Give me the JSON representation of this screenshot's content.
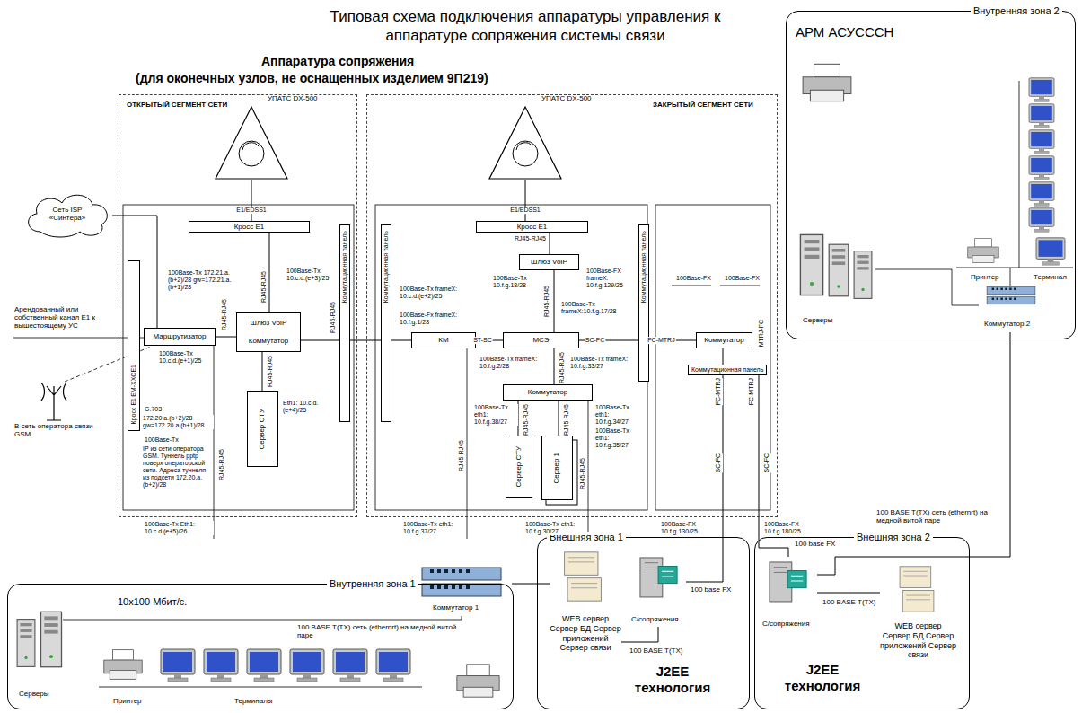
{
  "diagram": {
    "title": "Типовая схема подключения аппаратуры управления к аппаратуре сопряжения системы связи",
    "nodes": [
      {
        "text": [
          "ОТКРЫТЫЙ СЕГМЕНТ СЕТИ"
        ]
      },
      {
        "text": [
          "ЗАКРЫТЫЙ СЕГМЕНТ СЕТИ"
        ]
      },
      {
        "text": [
          "УПАТС DX-500"
        ],
        "in": 0
      },
      {
        "text": [
          "Кросс E1"
        ],
        "in": 0
      },
      {
        "text": [
          "EM-XXCE1",
          "Кросс E1"
        ],
        "in": 0
      },
      {
        "text": [
          "Маршрутизатор"
        ],
        "in": 0
      },
      {
        "text": [
          "Шлюз VoIP",
          "Коммутатор"
        ],
        "in": 0
      },
      {
        "text": [
          "Сервер СТУ"
        ],
        "in": 0
      },
      {
        "text": [
          "Коммутационная панель"
        ],
        "in": 0
      },
      {
        "text": [
          "УПАТС DX-500"
        ],
        "in": 1
      },
      {
        "text": [
          "Кросс E1"
        ],
        "in": 1
      },
      {
        "text": [
          "Шлюз VoIP"
        ],
        "in": 1
      },
      {
        "text": [
          "Коммутационная панель"
        ],
        "in": 1
      },
      {
        "text": [
          "КМ"
        ],
        "in": 1
      },
      {
        "text": [
          "МСЭ"
        ],
        "in": 1
      },
      {
        "text": [
          "Коммутатор"
        ],
        "in": 1
      },
      {
        "text": [
          "Сервер СТУ"
        ],
        "in": 1
      },
      {
        "text": [
          "Сервер 1"
        ],
        "in": 1
      },
      {
        "text": [
          "Коммутационная панель"
        ],
        "in": 1
      },
      {
        "text": [
          "Коммутатор"
        ],
        "in": 1
      },
      {
        "text": [
          "Коммутационная панель"
        ],
        "in": 1
      },
      {
        "text": [
          "Сеть ISP «Синтера»"
        ]
      },
      {
        "text": [
          "Внутренняя зона 2",
          "АРМ АСУСССН"
        ]
      },
      {
        "text": [
          "Коммутатор 2"
        ],
        "in": 22
      },
      {
        "text": [
          "Внутренняя зона 1"
        ]
      },
      {
        "text": [
          "Коммутатор 1"
        ],
        "in": 24
      },
      {
        "text": [
          "Внешняя зона 1",
          "J2EE технология"
        ]
      },
      {
        "text": [
          "WEB сервер Сервер БД Сервер приложений Сервер связи"
        ],
        "in": 26
      },
      {
        "text": [
          "С/сопряжения"
        ],
        "in": 26
      },
      {
        "text": [
          "Внешняя зона 2",
          "J2EE технология"
        ]
      },
      {
        "text": [
          "С/сопряжения"
        ],
        "in": 29
      },
      {
        "text": [
          "WEB сервер Сервер БД Сервер приложений Сервер связи"
        ],
        "in": 29
      }
    ],
    "edges": [
      {
        "from": 2,
        "to": 3,
        "label": "E1/EDSS1",
        "arrow": "none"
      },
      {
        "from": 3,
        "to": 6,
        "arrow": "none"
      },
      {
        "from": 21,
        "to": 5,
        "arrow": "none"
      },
      {
        "from": 5,
        "to": 6,
        "arrow": "none"
      },
      {
        "from": 6,
        "to": 7,
        "arrow": "none"
      },
      {
        "from": 6,
        "to": 8,
        "arrow": "none"
      },
      {
        "from": 8,
        "to": 12,
        "arrow": "none"
      },
      {
        "from": 12,
        "to": 13,
        "arrow": "none"
      },
      {
        "from": 13,
        "to": 14,
        "label": "ST-SC",
        "arrow": "none"
      },
      {
        "from": 9,
        "to": 10,
        "label": "E1/EDSS1",
        "arrow": "none"
      },
      {
        "from": 10,
        "to": 11,
        "arrow": "none"
      },
      {
        "from": 11,
        "to": 14,
        "arrow": "none"
      },
      {
        "from": 14,
        "to": 15,
        "arrow": "none"
      },
      {
        "from": 15,
        "to": 16,
        "arrow": "none"
      },
      {
        "from": 15,
        "to": 17,
        "arrow": "none"
      },
      {
        "from": 14,
        "to": 18,
        "label": "SC-FC",
        "arrow": "none"
      },
      {
        "from": 18,
        "to": 19,
        "label": "FC-MTRJ",
        "arrow": "none"
      },
      {
        "from": 19,
        "to": 20,
        "arrow": "none"
      },
      {
        "from": 25,
        "to": 27,
        "arrow": "none"
      },
      {
        "from": 27,
        "to": 28,
        "arrow": "none"
      },
      {
        "from": 20,
        "to": 28,
        "arrow": "none"
      },
      {
        "from": 20,
        "to": 30,
        "arrow": "none"
      },
      {
        "from": 23,
        "to": 30,
        "arrow": "none"
      },
      {
        "from": 31,
        "to": 30,
        "arrow": "none"
      }
    ],
    "labels": [
      "Аппаратура сопряжения",
      "(для оконечных узлов, не оснащенных изделием 9П219)",
      "Арендованный или собственный канал E1 к вышестоящему УС",
      "В сеть оператора связи GSM",
      "100Base-Tx 172.21.a.(b+2)/28 gw=172.21.a.(b+1)/28",
      "100Base-Tx 10.c.d.(e+3)/25",
      "RJ45-RJ45",
      "RJ45-RJ45",
      "100Base-Tx 10.c.d.(e+1)/25",
      "RJ45-RJ45",
      "Eth1: 10.c.d.(e+4)/25",
      "RJ45-RJ45",
      "G.703",
      "172.20.a.(b+2)/28 gw=172.20.a.(b+1)/28",
      "100Base-Tx",
      "IP из сети оператора GSM. Туннель pptp поверх операторской сети. Адреса туннеля из подсети 172.20.a.(b+2)/28",
      "RJ45-RJ45",
      "100Base-Tx Eth1: 10.c.d.(e+5)/26",
      "RJ45-RJ45",
      "100Base-Tx frameX: 10.c.d.(e+2)/25",
      "100Base-Fx frameX: 10.f.g.1/28",
      "100Base-Tx 10.f.g.18/28",
      "RJ45-RJ45",
      "100Base-Tx frameX:10.f.g.17/28",
      "100Base-FX frameX: 10.f.g.129/25",
      "100Base-Tx frameX: 10.f.g.2/28",
      "RJ45-RJ45",
      "100Base-Tx frameX: 10.f.g.33/27",
      "100Base-Tx eth1: 10.f.g.38/27",
      "RJ45-RJ45",
      "RJ45-RJ45",
      "100Base-Tx eth1: 10.f.g.34/27",
      "100Base-Tx eth1: 10.f.g.35/27",
      "RJ45-RJ45",
      "RJ45-RJ45",
      "100Base-Tx eth1: 10.f.g.37/27",
      "100Base-Tx eth1: 10.f.g.30/27",
      "100Base-FX",
      "100Base-FX",
      "MTRJ-FC",
      "FC-MTRJ",
      "FC-MTRJ",
      "SC-FC",
      "SC-FC",
      "100Base-FX 10.f.g.130/25",
      "100Base-FX 10.f.g.180/25",
      "100 base FX",
      "100 BASE T(TX)",
      "100 base FX",
      "100 BASE T(TX)",
      "100 BASE T(TX) сеть (ethernrt) на медной витой паре",
      "Серверы",
      "10x100 Мбит/с.",
      "100 BASE T(TX) сеть (ethernrt) на медной витой паре",
      "Принтер",
      "Терминалы",
      "Серверы",
      "Принтер",
      "Терминал"
    ]
  }
}
